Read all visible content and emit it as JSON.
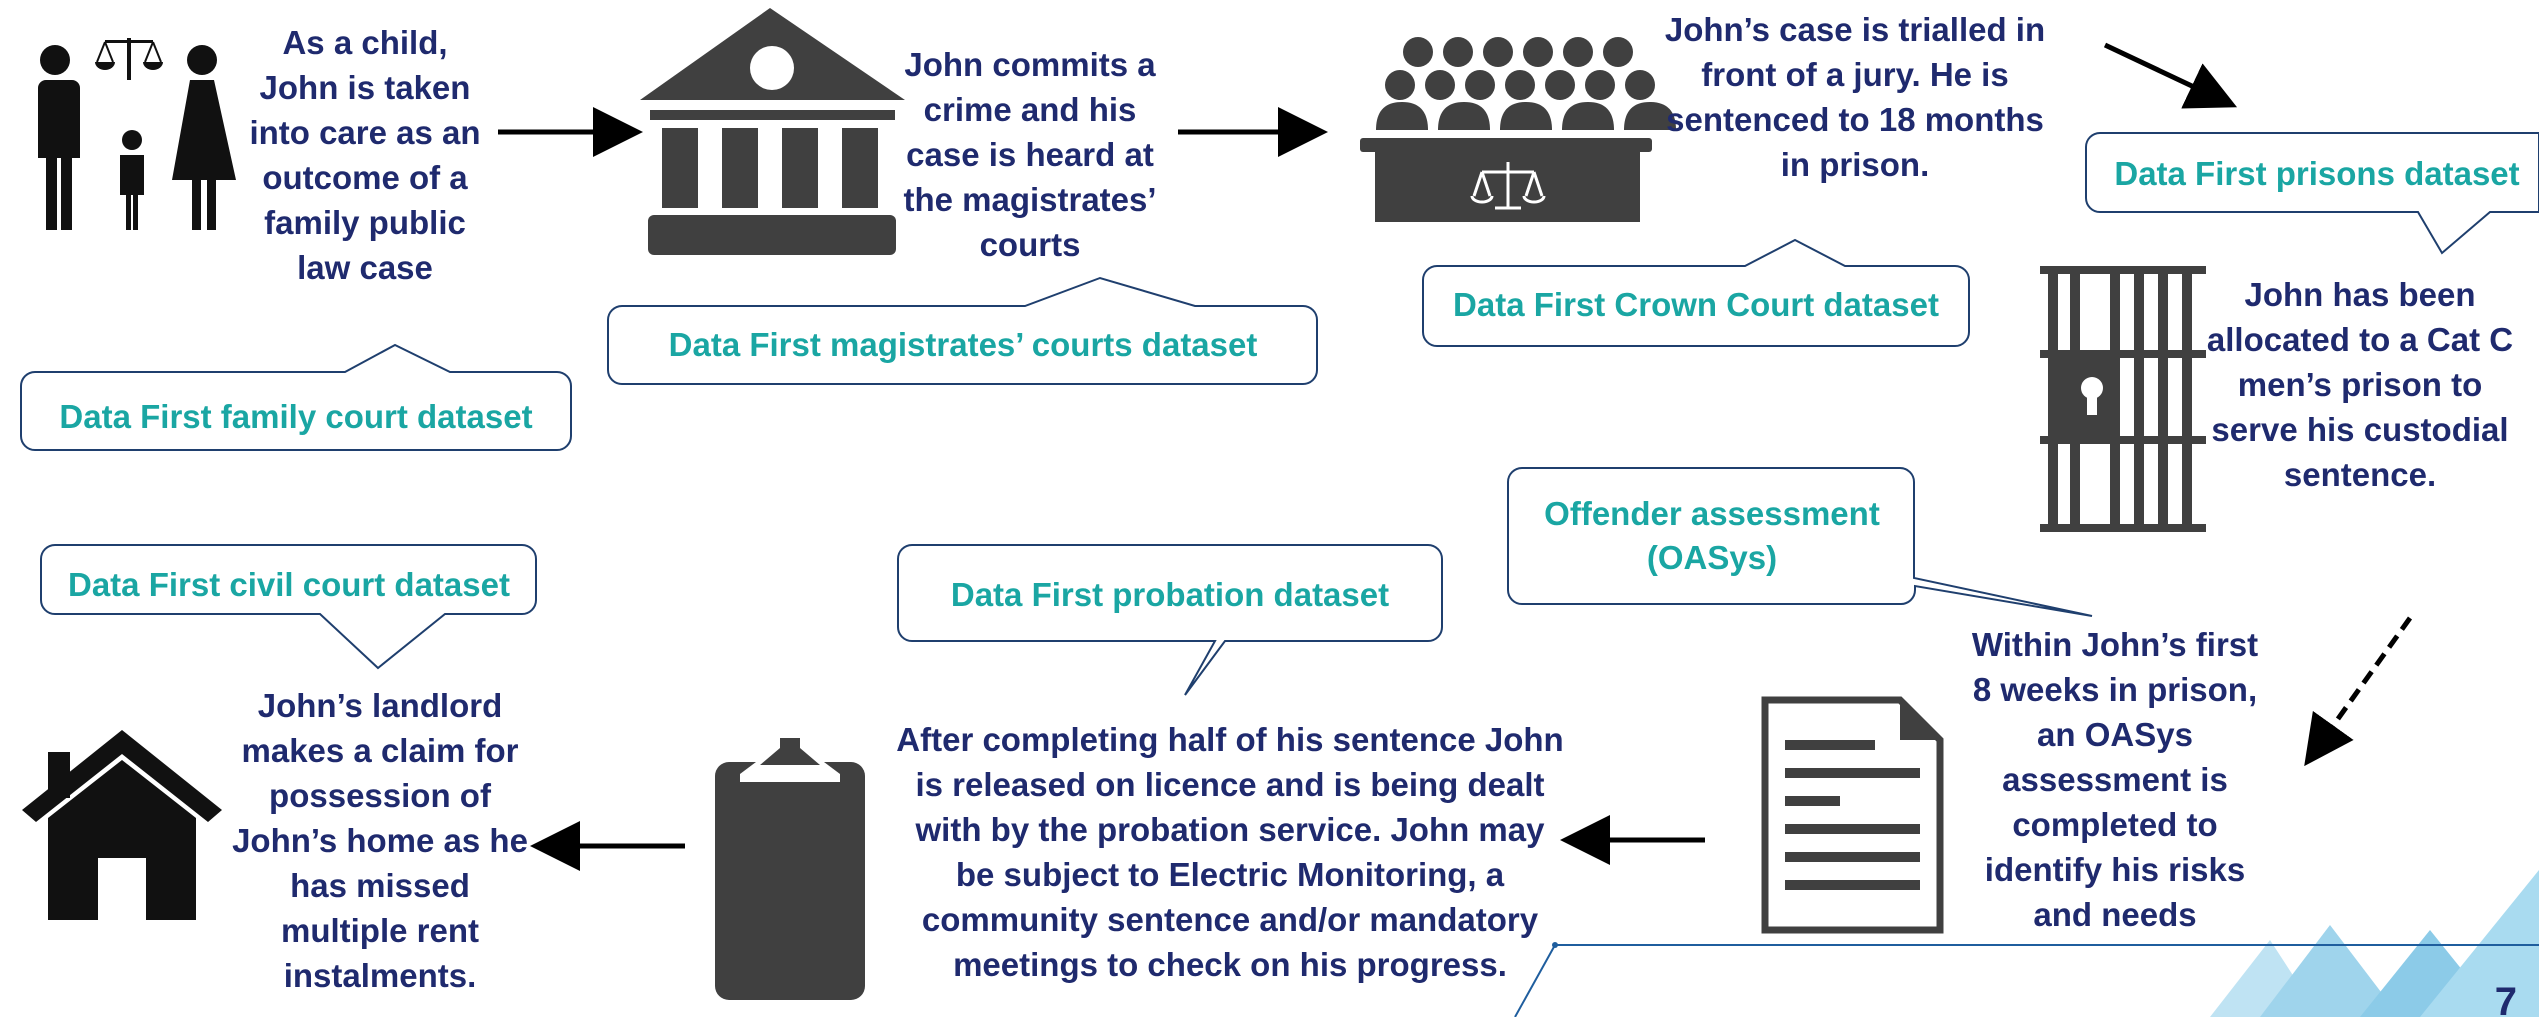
{
  "steps": {
    "family": "As a child,\nJohn is taken\ninto care as an\noutcome of a\nfamily public\nlaw case",
    "magistrates": "John commits a\ncrime and his\ncase is heard at\nthe magistrates’\ncourts",
    "crown": "John’s case is trialled in\nfront of a jury. He is\nsentenced to 18 months\nin prison.",
    "prison": "John has been\nallocated to a Cat C\nmen’s prison to\nserve his custodial\nsentence.",
    "oasys": "Within John’s first\n8 weeks in prison,\nan OASys\nassessment is\ncompleted to\nidentify his risks\nand needs",
    "probation": "After completing half of his sentence John\nis released on licence and is being dealt\nwith by the probation service. John may\nbe subject to Electric Monitoring, a\ncommunity sentence and/or mandatory\nmeetings to check on his progress.",
    "civil": "John’s landlord\nmakes a claim for\npossession of\nJohn’s home as he\nhas missed\nmultiple rent\ninstalments."
  },
  "datasets": {
    "family": "Data First family court dataset",
    "magistrates": "Data First magistrates’ courts dataset",
    "crown": "Data First Crown Court dataset",
    "prisons": "Data First prisons dataset",
    "oasys": "Offender assessment\n(OASys)",
    "probation": "Data First probation dataset",
    "civil": "Data First civil court dataset"
  },
  "page_number": "7",
  "colors": {
    "text": "#1f2a6e",
    "label": "#1aa6a3",
    "bubble_border": "#1f3f6e",
    "icon": "#404040",
    "accent": "#7fc7e6"
  }
}
